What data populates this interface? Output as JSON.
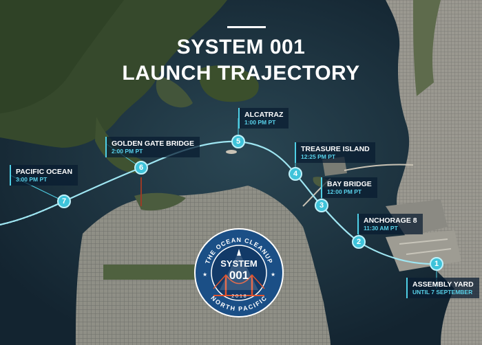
{
  "header": {
    "line1": "SYSTEM 001",
    "line2": "LAUNCH TRAJECTORY"
  },
  "stops": [
    {
      "num": "1",
      "name": "ASSEMBLY YARD",
      "time": "UNTIL 7 SEPTEMBER"
    },
    {
      "num": "2",
      "name": "ANCHORAGE 8",
      "time": "11:30 AM PT"
    },
    {
      "num": "3",
      "name": "BAY BRIDGE",
      "time": "12:00 PM PT"
    },
    {
      "num": "4",
      "name": "TREASURE ISLAND",
      "time": "12:25 PM PT"
    },
    {
      "num": "5",
      "name": "ALCATRAZ",
      "time": "1:00 PM PT"
    },
    {
      "num": "6",
      "name": "GOLDEN GATE BRIDGE",
      "time": "2:00 PM PT"
    },
    {
      "num": "7",
      "name": "PACIFIC OCEAN",
      "time": "3:00 PM PT"
    }
  ],
  "badge": {
    "top_text": "THE OCEAN CLEANUP",
    "bottom_text": "NORTH PACIFIC",
    "name_line1": "SYSTEM",
    "name_line2": "001",
    "year": "2 0 1 8"
  },
  "colors": {
    "route": "#9fe6f2",
    "node_fill": "#3ec3da",
    "time_text": "#59d2ea",
    "badge_ring": "#1b4f86",
    "bridge": "#e0542f",
    "water": "#1d3442"
  }
}
